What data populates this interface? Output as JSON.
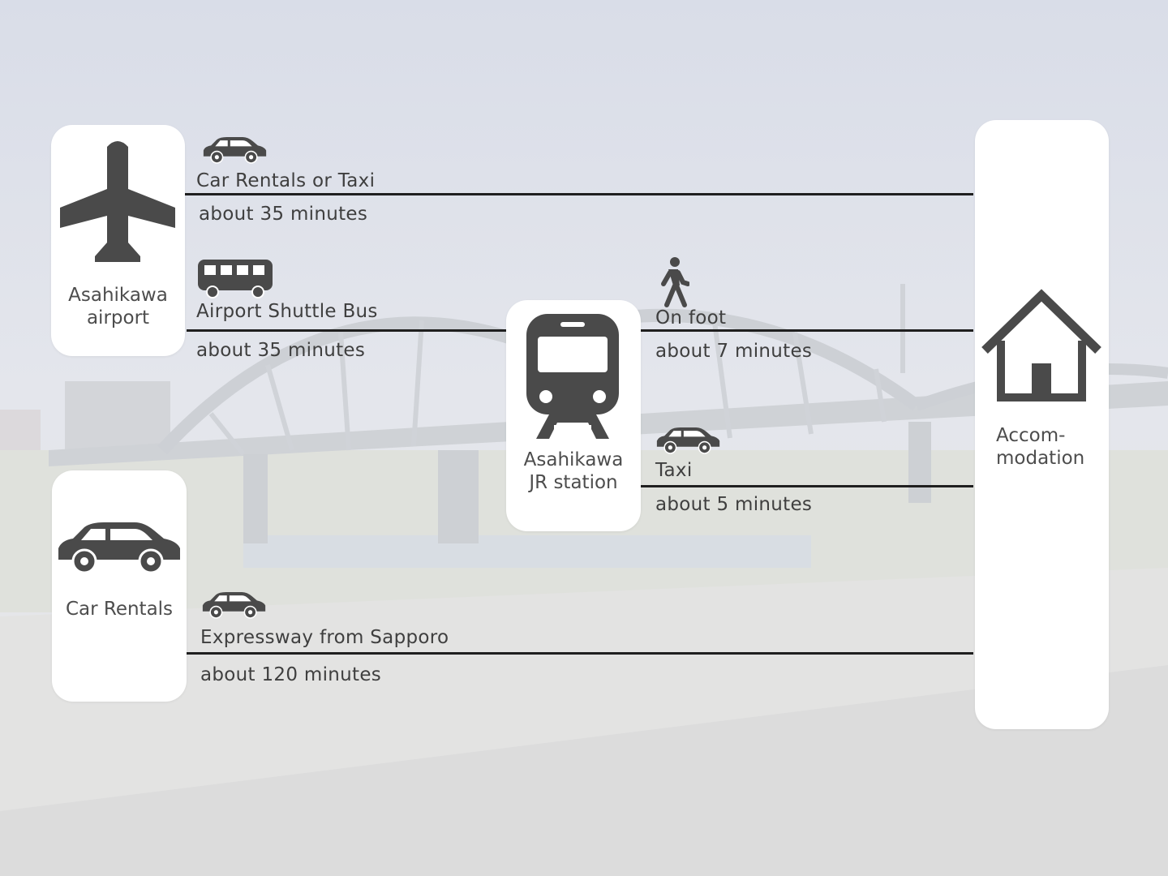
{
  "origins": {
    "airport": {
      "label": "Asahikawa\nairport",
      "icon": "airplane-icon"
    },
    "car_rentals": {
      "label": "Car Rentals",
      "icon": "car-icon"
    },
    "station": {
      "label": "Asahikawa\nJR station",
      "icon": "train-icon"
    },
    "accommodation": {
      "label": "Accom-\nmodation",
      "icon": "house-icon"
    }
  },
  "routes": {
    "airport_car": {
      "mode": "Car Rentals or Taxi",
      "duration": "about 35 minutes",
      "icon": "car-icon"
    },
    "airport_bus": {
      "mode": "Airport Shuttle Bus",
      "duration": "about 35 minutes",
      "icon": "bus-icon"
    },
    "station_foot": {
      "mode": "On foot",
      "duration": "about 7 minutes",
      "icon": "walking-person-icon"
    },
    "station_taxi": {
      "mode": "Taxi",
      "duration": "about 5 minutes",
      "icon": "car-icon"
    },
    "expressway": {
      "mode": "Expressway from Sapporo",
      "duration": "about 120 minutes",
      "icon": "car-icon"
    }
  },
  "colors": {
    "icon": "#4a4a4a",
    "line": "#1f1f1f",
    "card": "#ffffff"
  }
}
